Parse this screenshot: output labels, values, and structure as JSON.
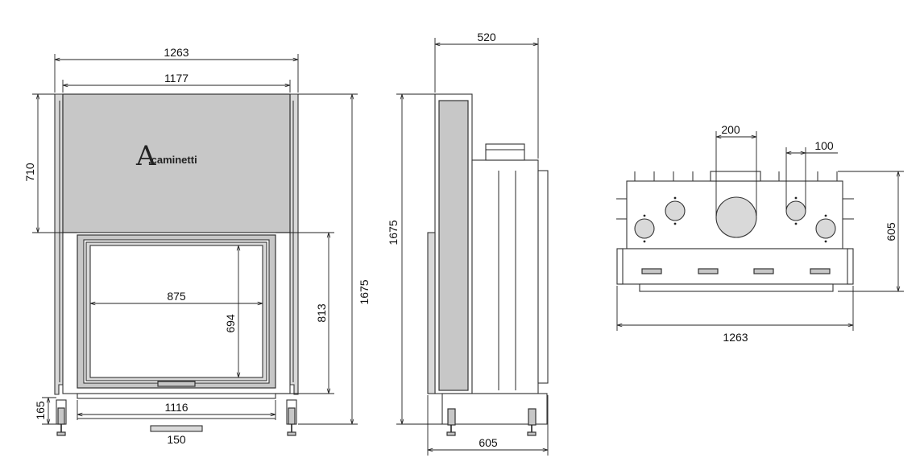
{
  "brand": {
    "logo_glyph": "A",
    "logo_word": ".caminetti"
  },
  "front_view": {
    "overall_width": "1263",
    "panel_width": "1177",
    "top_height": "710",
    "glass_width": "875",
    "glass_height": "694",
    "door_height": "813",
    "total_height": "1675",
    "door_bottom_width": "1116",
    "foot_height": "165",
    "spigot_width": "150"
  },
  "side_view": {
    "depth": "520",
    "total_height": "1675",
    "base_depth": "605"
  },
  "top_view": {
    "flue_diameter": "200",
    "air_inlet_diameter": "100",
    "depth": "605",
    "overall_width": "1263"
  }
}
